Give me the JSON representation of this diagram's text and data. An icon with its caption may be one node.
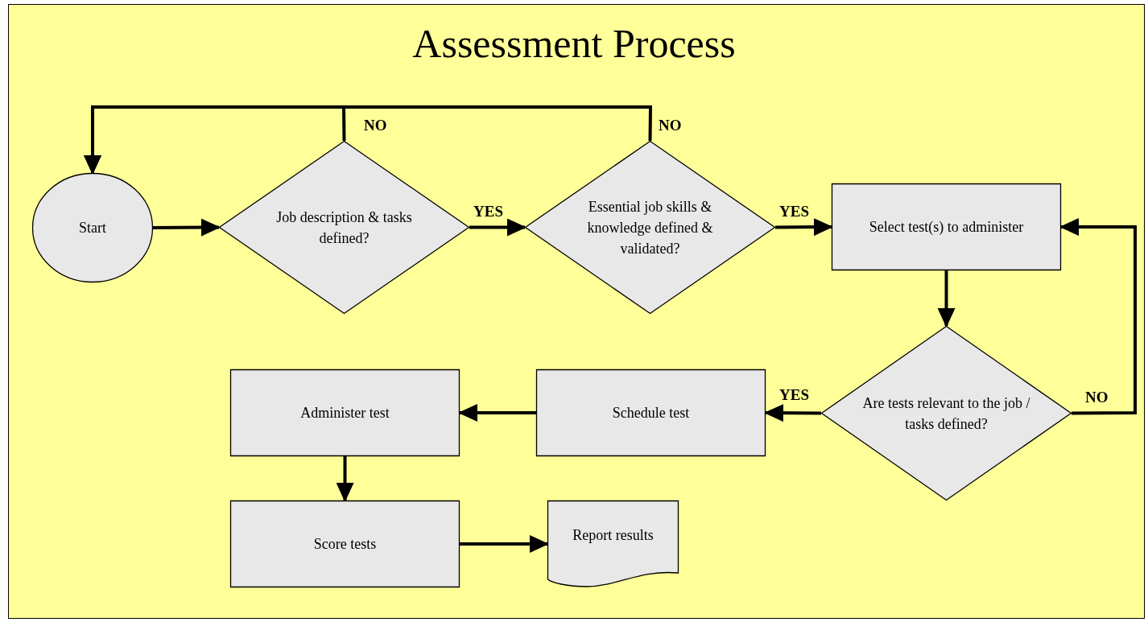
{
  "diagram": {
    "title": "Assessment Process",
    "nodes": [
      {
        "text": [
          "Start"
        ]
      },
      {
        "text": [
          "Job description & tasks defined?"
        ]
      },
      {
        "text": [
          "Essential job skills & knowledge defined & validated?"
        ]
      },
      {
        "text": [
          "Select test(s) to administer"
        ]
      },
      {
        "text": [
          "Are tests relevant to the job / tasks defined?"
        ]
      },
      {
        "text": [
          "Schedule test"
        ]
      },
      {
        "text": [
          "Administer test"
        ]
      },
      {
        "text": [
          "Score tests"
        ]
      },
      {
        "text": [
          "Report results"
        ]
      }
    ],
    "edges": [
      {
        "from": 0,
        "to": 1,
        "arrow": "to"
      },
      {
        "from": 1,
        "to": 2,
        "arrow": "to",
        "label": "YES"
      },
      {
        "from": 1,
        "to": 0,
        "arrow": "to",
        "label": "NO"
      },
      {
        "from": 2,
        "to": 3,
        "arrow": "to",
        "label": "YES"
      },
      {
        "from": 2,
        "to": 0,
        "arrow": "to",
        "label": "NO"
      },
      {
        "from": 3,
        "to": 4,
        "arrow": "to"
      },
      {
        "from": 4,
        "to": 5,
        "arrow": "to",
        "label": "YES"
      },
      {
        "from": 4,
        "to": 3,
        "arrow": "to",
        "label": "NO"
      },
      {
        "from": 5,
        "to": 6,
        "arrow": "to"
      },
      {
        "from": 6,
        "to": 7,
        "arrow": "to"
      },
      {
        "from": 7,
        "to": 8,
        "arrow": "to"
      }
    ]
  }
}
